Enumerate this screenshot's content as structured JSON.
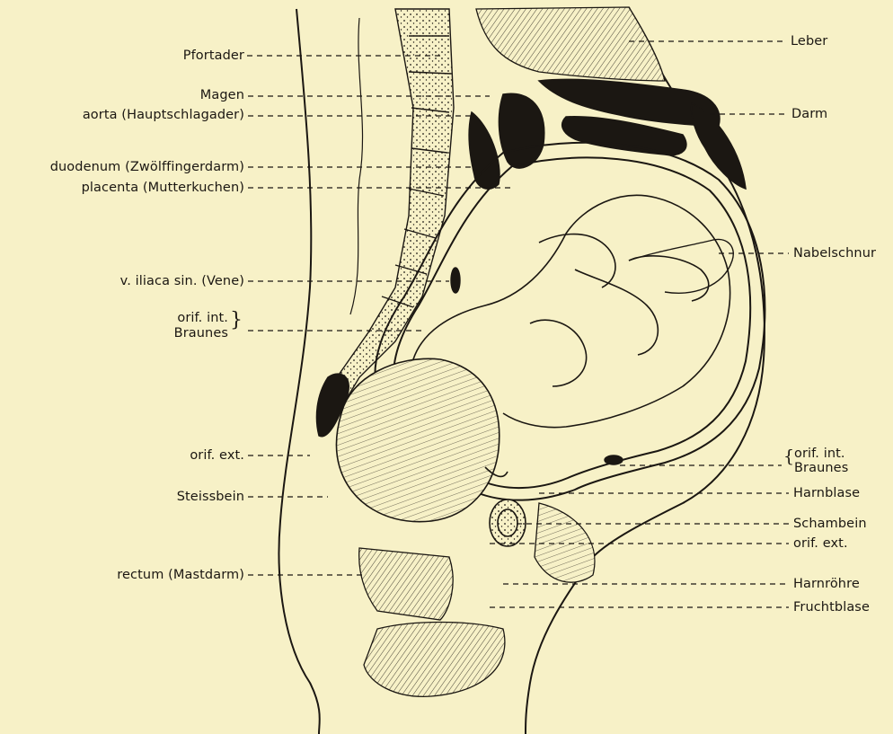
{
  "diagram": {
    "ink_color": "#1b1712",
    "paper_color": "#f7f1c7",
    "labels_left": {
      "pfortader": "Pfortader",
      "magen": "Magen",
      "aorta": "aorta (Hauptschlagader)",
      "duodenum": "duodenum (Zwölffingerdarm)",
      "placenta": "placenta (Mutterkuchen)",
      "iliaca": "v. iliaca sin. (Vene)",
      "orif_int_line1": "orif. int.",
      "orif_int_line2": "Braunes",
      "orif_ext": "orif. ext.",
      "steissbein": "Steissbein",
      "rectum": "rectum (Mastdarm)"
    },
    "labels_right": {
      "leber": "Leber",
      "darm": "Darm",
      "nabelschnur": "Nabelschnur",
      "orif_int_line1": "orif. int.",
      "orif_int_line2": "Braunes",
      "harnblase": "Harnblase",
      "schambein": "Schambein",
      "orif_ext": "orif. ext.",
      "harnroehre": "Harnröhre",
      "fruchtblase": "Fruchtblase"
    }
  }
}
